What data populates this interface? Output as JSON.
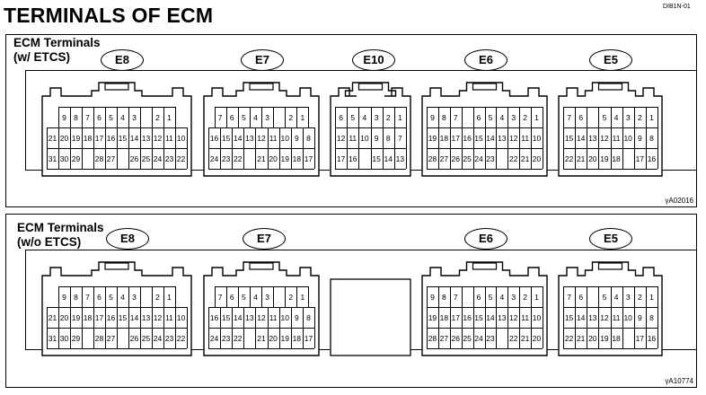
{
  "title": "TERMINALS OF ECM",
  "doc_code": "DIB1N-01",
  "panels": [
    {
      "heading": "ECM Terminals\n(w/ ETCS)",
      "figure_code": "A02016",
      "connectors": [
        {
          "label": "E8",
          "rows": [
            [
              "9",
              "8",
              "7",
              "6",
              "5",
              "4",
              "3",
              "",
              "2",
              "1"
            ],
            [
              "21",
              "20",
              "19",
              "18",
              "17",
              "16",
              "15",
              "14",
              "13",
              "12",
              "11",
              "10"
            ],
            [
              "31",
              "30",
              "29",
              "",
              "28",
              "27",
              "",
              "26",
              "25",
              "24",
              "23",
              "22"
            ]
          ]
        },
        {
          "label": "E7",
          "rows": [
            [
              "7",
              "6",
              "5",
              "4",
              "3",
              "",
              "2",
              "1"
            ],
            [
              "16",
              "15",
              "14",
              "13",
              "12",
              "11",
              "10",
              "9",
              "8"
            ],
            [
              "24",
              "23",
              "22",
              "",
              "21",
              "20",
              "19",
              "18",
              "17"
            ]
          ]
        },
        {
          "label": "E10",
          "rows": [
            [
              "6",
              "5",
              "4",
              "3",
              "2",
              "1"
            ],
            [
              "12",
              "11",
              "10",
              "9",
              "8",
              "7"
            ],
            [
              "17",
              "16",
              "",
              "15",
              "14",
              "13"
            ]
          ]
        },
        {
          "label": "E6",
          "rows": [
            [
              "9",
              "8",
              "7",
              "",
              "6",
              "5",
              "4",
              "3",
              "2",
              "1"
            ],
            [
              "19",
              "18",
              "17",
              "16",
              "15",
              "14",
              "13",
              "12",
              "11",
              "10"
            ],
            [
              "28",
              "27",
              "26",
              "25",
              "24",
              "23",
              "",
              "22",
              "21",
              "20"
            ]
          ]
        },
        {
          "label": "E5",
          "rows": [
            [
              "7",
              "6",
              "",
              "5",
              "4",
              "3",
              "2",
              "1"
            ],
            [
              "15",
              "14",
              "13",
              "12",
              "11",
              "10",
              "9",
              "8"
            ],
            [
              "22",
              "21",
              "20",
              "19",
              "18",
              "",
              "17",
              "16"
            ]
          ]
        }
      ]
    },
    {
      "heading": "ECM Terminals\n(w/o ETCS)",
      "figure_code": "A10774",
      "connectors": [
        {
          "label": "E8",
          "rows": [
            [
              "9",
              "8",
              "7",
              "6",
              "5",
              "4",
              "3",
              "",
              "2",
              "1"
            ],
            [
              "21",
              "20",
              "19",
              "18",
              "17",
              "16",
              "15",
              "14",
              "13",
              "12",
              "11",
              "10"
            ],
            [
              "31",
              "30",
              "29",
              "",
              "28",
              "27",
              "",
              "26",
              "25",
              "24",
              "23",
              "22"
            ]
          ]
        },
        {
          "label": "E7",
          "rows": [
            [
              "7",
              "6",
              "5",
              "4",
              "3",
              "",
              "2",
              "1"
            ],
            [
              "16",
              "15",
              "14",
              "13",
              "12",
              "11",
              "10",
              "9",
              "8"
            ],
            [
              "24",
              "23",
              "22",
              "",
              "21",
              "20",
              "19",
              "18",
              "17"
            ]
          ]
        },
        {
          "label": "",
          "rows": []
        },
        {
          "label": "E6",
          "rows": [
            [
              "9",
              "8",
              "7",
              "",
              "6",
              "5",
              "4",
              "3",
              "2",
              "1"
            ],
            [
              "19",
              "18",
              "17",
              "16",
              "15",
              "14",
              "13",
              "12",
              "11",
              "10"
            ],
            [
              "28",
              "27",
              "26",
              "25",
              "24",
              "23",
              "",
              "22",
              "21",
              "20"
            ]
          ]
        },
        {
          "label": "E5",
          "rows": [
            [
              "7",
              "6",
              "",
              "5",
              "4",
              "3",
              "2",
              "1"
            ],
            [
              "15",
              "14",
              "13",
              "12",
              "11",
              "10",
              "9",
              "8"
            ],
            [
              "22",
              "21",
              "20",
              "19",
              "18",
              "",
              "17",
              "16"
            ]
          ]
        }
      ]
    }
  ]
}
